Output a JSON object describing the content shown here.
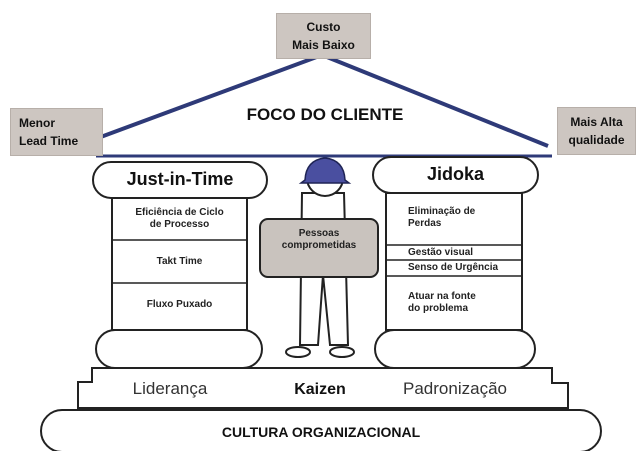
{
  "roof": {
    "top_label_line1": "Custo",
    "top_label_line2": "Mais Baixo",
    "left_label_line1": "Menor",
    "left_label_line2": "Lead Time",
    "right_label_line1": "Mais Alta",
    "right_label_line2": "qualidade",
    "center_title": "FOCO DO CLIENTE"
  },
  "left_pillar": {
    "title": "Just-in-Time",
    "items": [
      "Eficiência de Ciclo de Processo",
      "Takt Time",
      "Fluxo Puxado"
    ]
  },
  "right_pillar": {
    "title": "Jidoka",
    "items": [
      "Eliminação de Perdas",
      "Gestão visual",
      "Senso de Urgência",
      "Atuar na fonte do problema"
    ]
  },
  "center": {
    "sign_line1": "Pessoas",
    "sign_line2": "comprometidas"
  },
  "base": {
    "left": "Liderança",
    "center": "Kaizen",
    "right": "Padronização",
    "foundation": "CULTURA ORGANIZACIONAL"
  },
  "colors": {
    "roof_line": "#2e3a78",
    "label_box": "#cdc6c1",
    "helmet": "#4a4fa0",
    "outline": "#222222"
  }
}
